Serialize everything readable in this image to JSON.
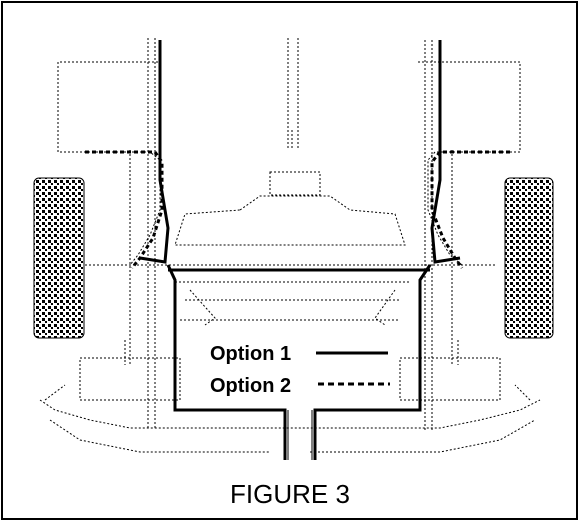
{
  "figure": {
    "caption": "FIGURE 3",
    "legend": {
      "option1_label": "Option 1",
      "option2_label": "Option 2"
    }
  },
  "colors": {
    "ink": "#000000",
    "background": "#ffffff"
  }
}
